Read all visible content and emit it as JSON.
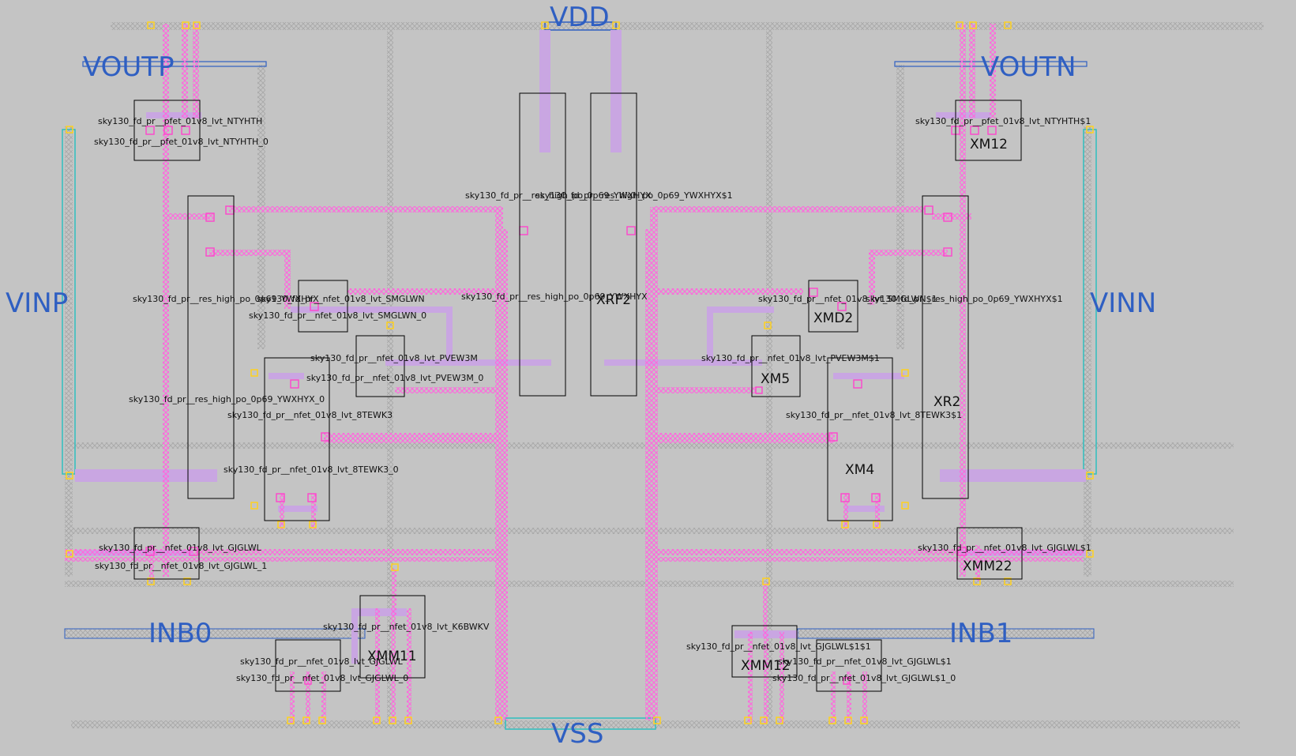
{
  "net_labels": {
    "vdd": "VDD",
    "vss": "VSS",
    "voutp": "VOUTP",
    "voutn": "VOUTN",
    "vinp": "VINP",
    "vinn": "VINN",
    "inb0": "INB0",
    "inb1": "INB1"
  },
  "cell_labels": {
    "pfet_l": "sky130_fd_pr__pfet_01v8_lvt_NTYHTH",
    "pfet_l0": "sky130_fd_pr__pfet_01v8_lvt_NTYHTH_0",
    "pfet_r": "sky130_fd_pr__pfet_01v8_lvt_NTYHTH$1",
    "res_c_top": "sky130_fd_pr__res_high_po_0p69_YWXHYX",
    "res_c_top1": "sky130_fd_pr__res_high_po_0p69_YWXHYX$1",
    "res_l": "sky130_fd_pr__res_high_po_0p69_YWXHYX",
    "res_l0": "sky130_fd_pr__res_high_po_0p69_YWXHYX_0",
    "res_c_mid": "sky130_fd_pr__res_high_po_0p69_YWXHYX",
    "res_r": "sky130_fd_pr__res_high_po_0p69_YWXHYX$1",
    "smg_l": "sky130_fd_pr__nfet_01v8_lvt_SMGLWN",
    "smg_l0": "sky130_fd_pr__nfet_01v8_lvt_SMGLWN_0",
    "smg_r": "sky130_fd_pr__nfet_01v8_lvt_SMGLWN$1",
    "pvew_l": "sky130_fd_pr__nfet_01v8_lvt_PVEW3M",
    "pvew_l0": "sky130_fd_pr__nfet_01v8_lvt_PVEW3M_0",
    "pvew_r": "sky130_fd_pr__nfet_01v8_lvt_PVEW3M$1",
    "tewk_l": "sky130_fd_pr__nfet_01v8_lvt_8TEWK3",
    "tewk_l0": "sky130_fd_pr__nfet_01v8_lvt_8TEWK3_0",
    "tewk_r": "sky130_fd_pr__nfet_01v8_lvt_8TEWK3$1",
    "gjg_l": "sky130_fd_pr__nfet_01v8_lvt_GJGLWL",
    "gjg_l1": "sky130_fd_pr__nfet_01v8_lvt_GJGLWL_1",
    "gjg_r": "sky130_fd_pr__nfet_01v8_lvt_GJGLWL$1",
    "k6b": "sky130_fd_pr__nfet_01v8_lvt_K6BWKV",
    "gjg_b": "sky130_fd_pr__nfet_01v8_lvt_GJGLWL",
    "gjg_b0": "sky130_fd_pr__nfet_01v8_lvt_GJGLWL_0",
    "gjg_c": "sky130_fd_pr__nfet_01v8_lvt_GJGLWL$1$1",
    "gjg_d": "sky130_fd_pr__nfet_01v8_lvt_GJGLWL$1",
    "gjg_d0": "sky130_fd_pr__nfet_01v8_lvt_GJGLWL$1_0"
  },
  "instance_labels": {
    "xm12": "XM12",
    "xrf2": "XRF2",
    "xmd2": "XMD2",
    "xm5": "XM5",
    "xr2": "XR2",
    "xm4": "XM4",
    "xmm22": "XMM22",
    "xmm11": "XMM11",
    "xmm12": "XMM12"
  },
  "colors": {
    "background": "#c4c4c4",
    "metal1": "#ff66dd",
    "poly": "#c9a6e2",
    "diff_outline": "#9a9a9a",
    "net_label": "#2f5fc2",
    "via": "#ffd21f",
    "cell_box": "#000000"
  }
}
